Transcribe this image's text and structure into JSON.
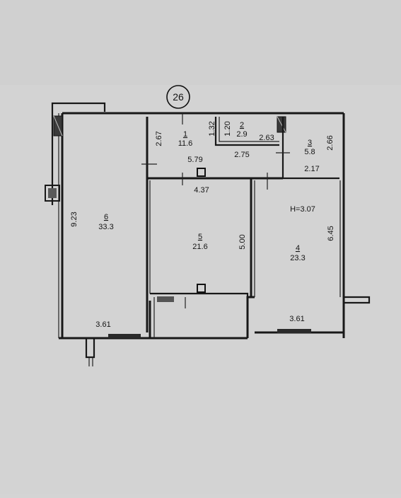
{
  "apartment_number": "26",
  "ceiling_height": "H=3.07",
  "rooms": [
    {
      "number": "1",
      "area": "11.6"
    },
    {
      "number": "2",
      "area": "2.9"
    },
    {
      "number": "3",
      "area": "5.8"
    },
    {
      "number": "4",
      "area": "23.3"
    },
    {
      "number": "5",
      "area": "21.6"
    },
    {
      "number": "6",
      "area": "33.3"
    }
  ],
  "dimensions": {
    "d_2_67": "2.67",
    "d_5_79": "5.79",
    "d_1_32": "1.32",
    "d_1_20": "1.20",
    "d_2_63": "2.63",
    "d_2_75": "2.75",
    "d_2_66": "2.66",
    "d_2_17": "2.17",
    "d_4_37": "4.37",
    "d_9_23": "9.23",
    "d_5_00": "5.00",
    "d_6_45": "6.45",
    "d_3_61_left": "3.61",
    "d_3_61_right": "3.61"
  }
}
